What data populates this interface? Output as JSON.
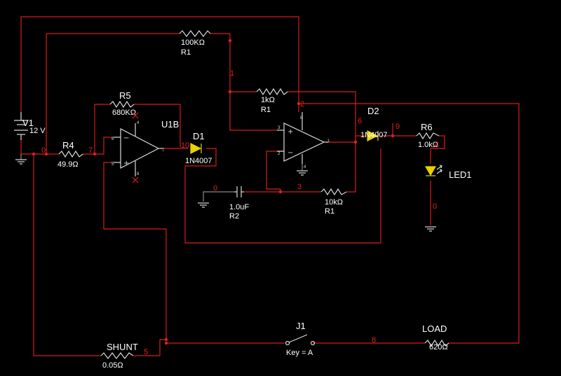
{
  "components": {
    "v1": {
      "ref": "V1",
      "value": "12 V"
    },
    "r4": {
      "ref": "R4",
      "value": "49.9Ω"
    },
    "r5": {
      "ref": "R5",
      "value": "680KΩ"
    },
    "u1b": {
      "ref": "U1B"
    },
    "d1": {
      "ref": "D1",
      "value": "1N4007"
    },
    "r1_top": {
      "ref": "R1",
      "value": "100KΩ"
    },
    "r1_mid": {
      "ref": "R1",
      "value": "1kΩ"
    },
    "c_r2": {
      "ref": "R2",
      "value": "1.0uF"
    },
    "r1_bot": {
      "ref": "R1",
      "value": "10kΩ"
    },
    "d2": {
      "ref": "D2",
      "value": "1N4007"
    },
    "r6": {
      "ref": "R6",
      "value": "1.0kΩ"
    },
    "led1": {
      "ref": "LED1"
    },
    "j1": {
      "ref": "J1",
      "value": "Key = A"
    },
    "load": {
      "ref": "LOAD",
      "value": "620Ω"
    },
    "shunt": {
      "ref": "SHUNT",
      "value": "0.05Ω"
    }
  },
  "nodes": {
    "n0a": "0",
    "n7": "7",
    "n10": "10",
    "n1": "1",
    "n2": "2",
    "n6": "6",
    "n9": "9",
    "n4": "4",
    "n0b": "0",
    "n3": "3",
    "n0c": "0",
    "n8": "8",
    "n5": "5"
  },
  "pins": {
    "u1b": {
      "p6": "6",
      "p5": "5",
      "p4": "4",
      "p8": "8",
      "p7": "7"
    },
    "u2": {
      "p8": "8",
      "p3": "3",
      "p2": "2",
      "p4": "4",
      "p1": "1"
    }
  },
  "colors": {
    "wire": "#d81c1c",
    "component": "#dadada",
    "diode": "#e8d200",
    "node": "#e02020",
    "background": "#000000"
  }
}
